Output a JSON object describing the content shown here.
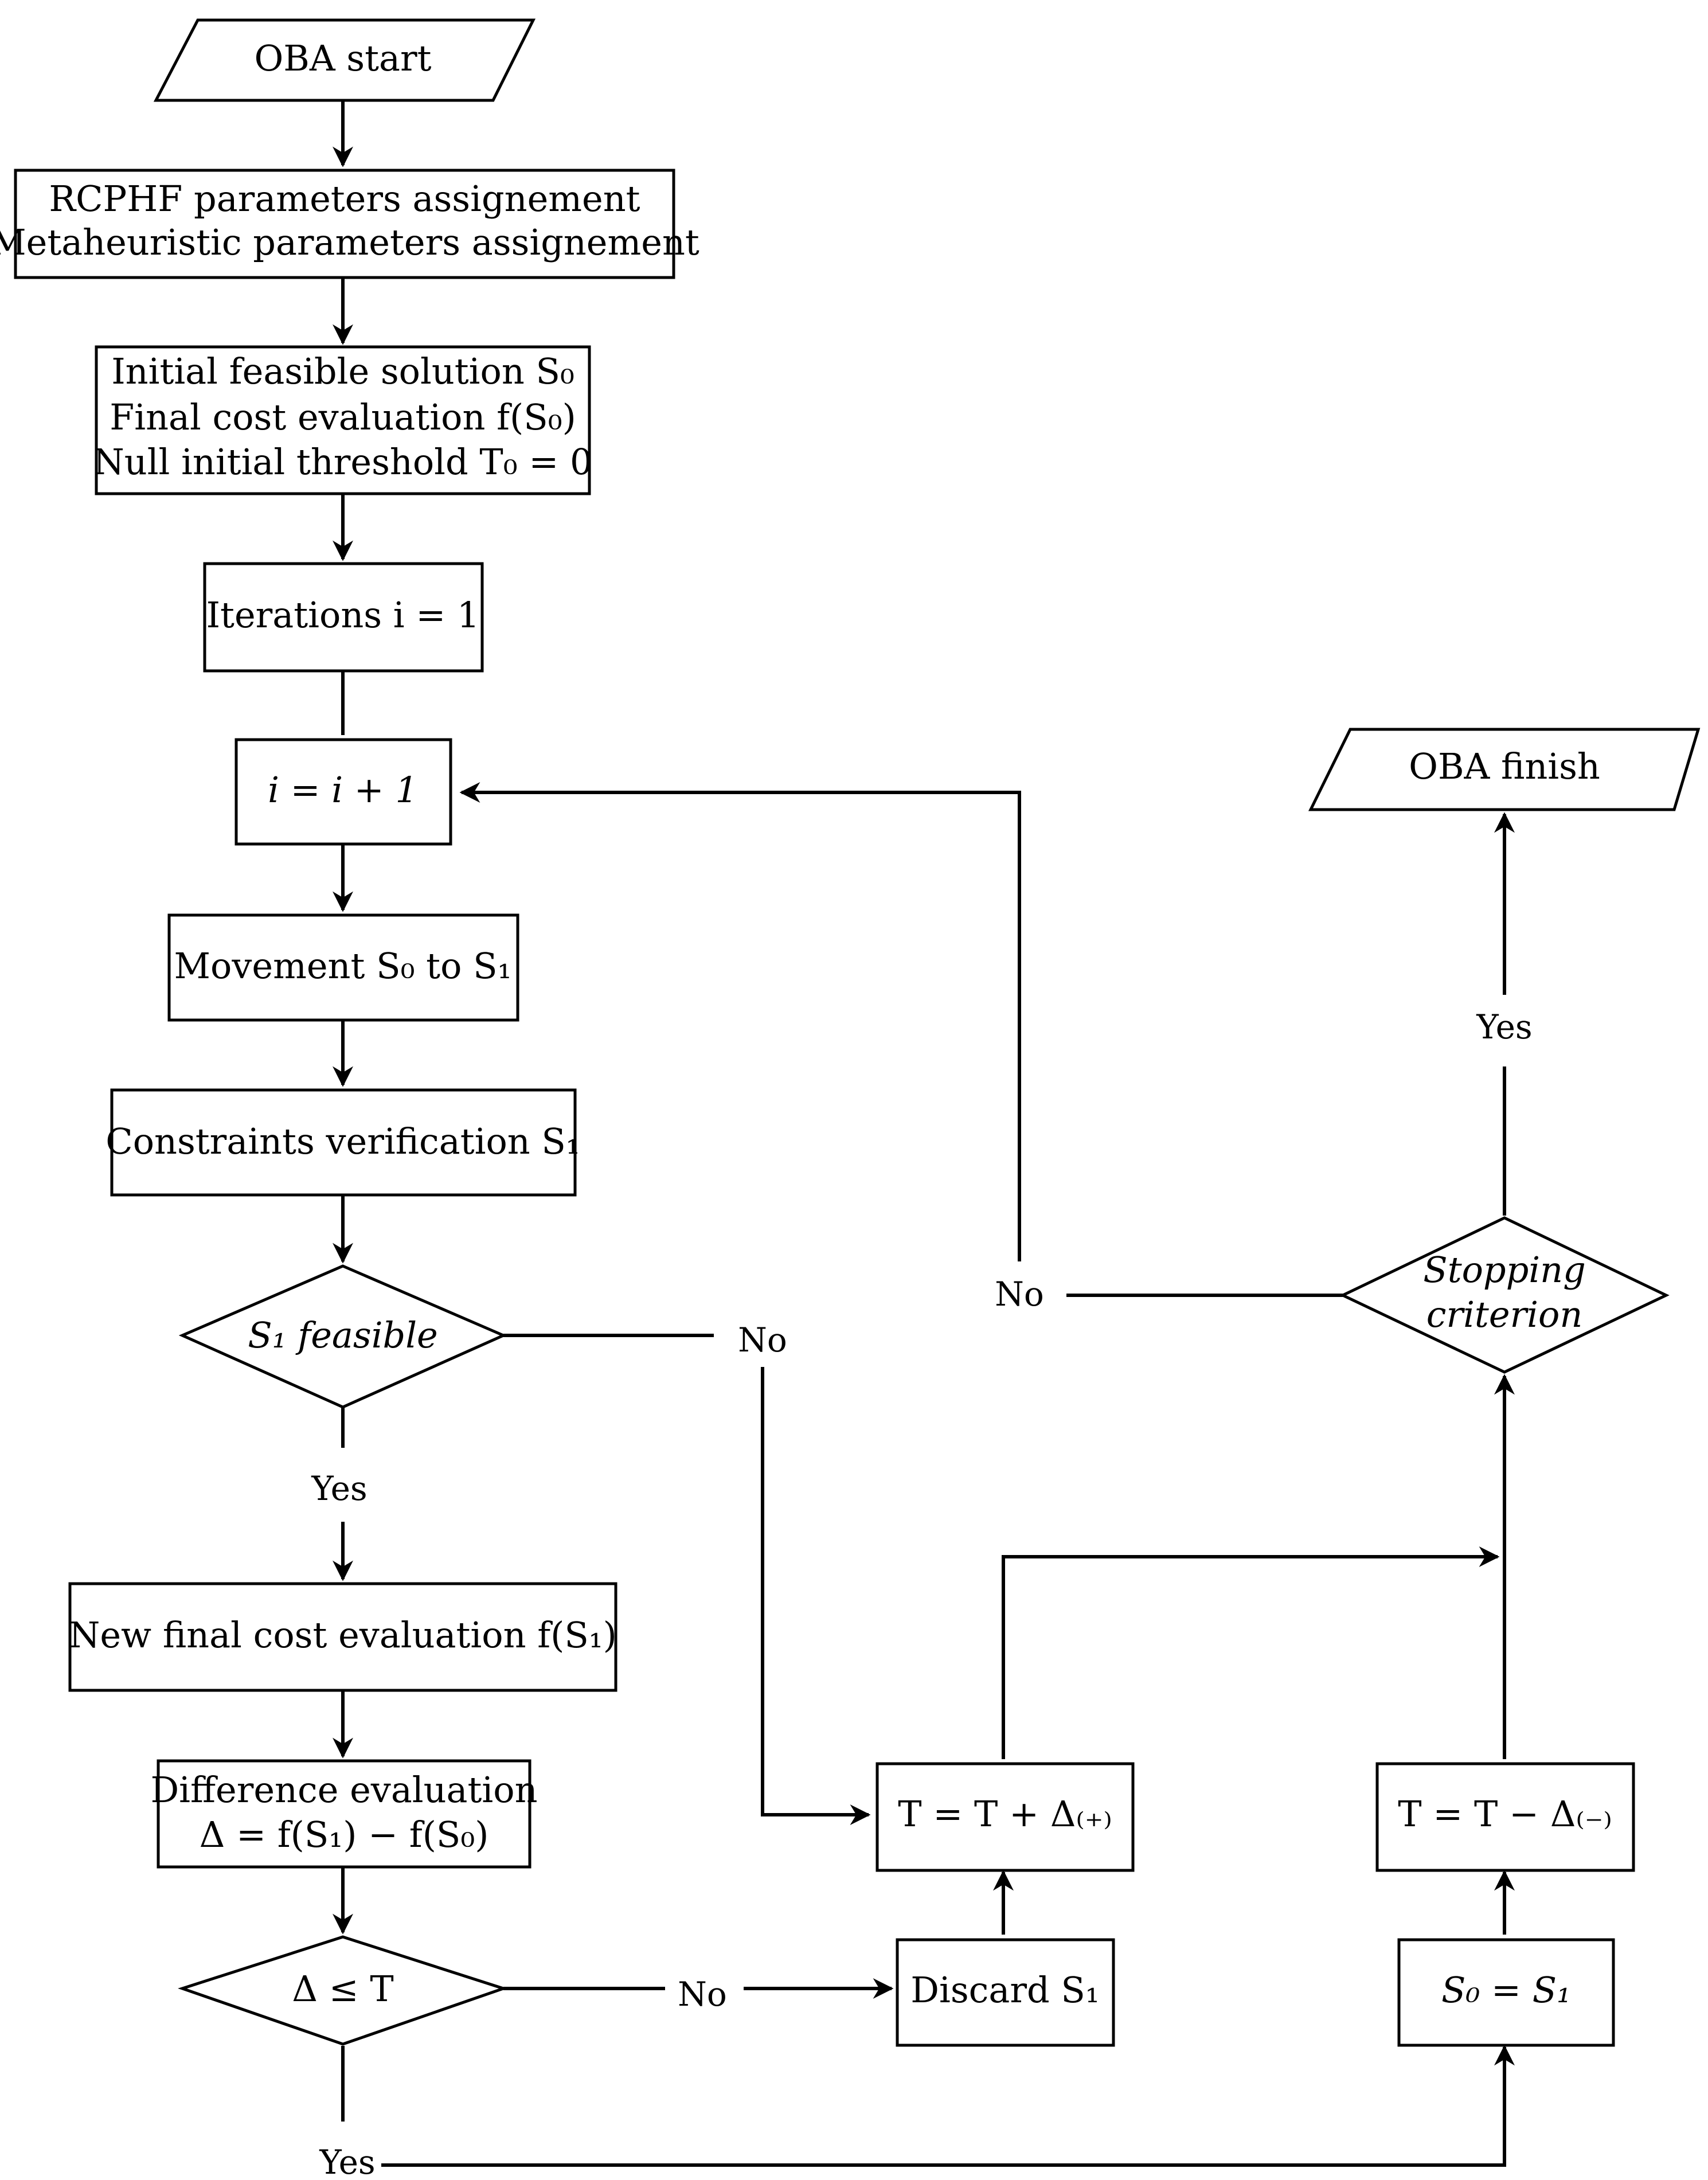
{
  "diagram": {
    "nodes": {
      "start": {
        "label": "OBA start"
      },
      "params": {
        "lines": [
          "RCPHF parameters assignement",
          "Metaheuristic parameters assignement"
        ]
      },
      "init": {
        "lines": [
          "Initial feasible solution S₀",
          "Final cost evaluation f(S₀)",
          "Null initial threshold T₀ = 0"
        ]
      },
      "iter": {
        "label": "Iterations i = 1"
      },
      "inc": {
        "label": "i = i + 1"
      },
      "move": {
        "label": "Movement S₀ to S₁"
      },
      "constraints": {
        "label": "Constraints verification S₁"
      },
      "feasible": {
        "label": "S₁ feasible"
      },
      "newcost": {
        "label": "New final cost evaluation f(S₁)"
      },
      "diff": {
        "lines": [
          "Difference evaluation",
          "Δ = f(S₁) − f(S₀)"
        ]
      },
      "cond": {
        "label": "Δ ≤ T"
      },
      "discard": {
        "label": "Discard S₁"
      },
      "tplus": {
        "label": "T = T + Δ₍₊₎"
      },
      "accept": {
        "label": "S₀ = S₁"
      },
      "tminus": {
        "label": "T = T − Δ₍₋₎"
      },
      "stop": {
        "lines": [
          "Stopping",
          "criterion"
        ]
      },
      "finish": {
        "label": "OBA finish"
      }
    },
    "edge_labels": {
      "feasible_yes": "Yes",
      "feasible_no": "No",
      "cond_no": "No",
      "cond_yes": "Yes",
      "stop_yes": "Yes",
      "stop_no": "No"
    }
  }
}
